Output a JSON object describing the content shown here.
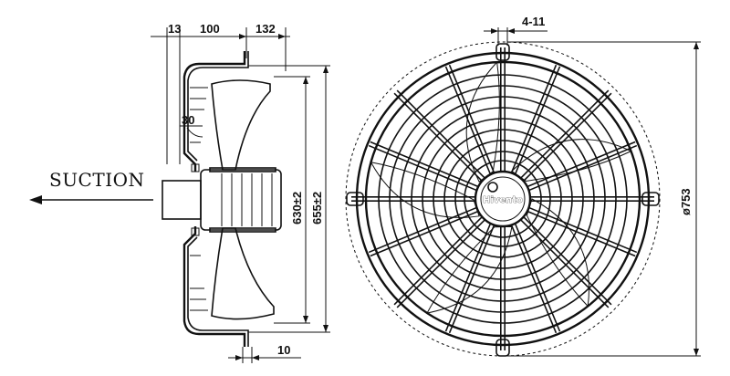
{
  "suction_label": "SUCTION",
  "brand": "Hivento",
  "dimensions": {
    "top_left": "13",
    "top_mid": "100",
    "top_right": "132",
    "angle": "30",
    "bottom": "10",
    "height_inner": "630±2",
    "height_outer": "655±2",
    "slot": "4-11",
    "diameter": "ø753"
  },
  "colors": {
    "line": "#111111",
    "background": "#ffffff"
  }
}
